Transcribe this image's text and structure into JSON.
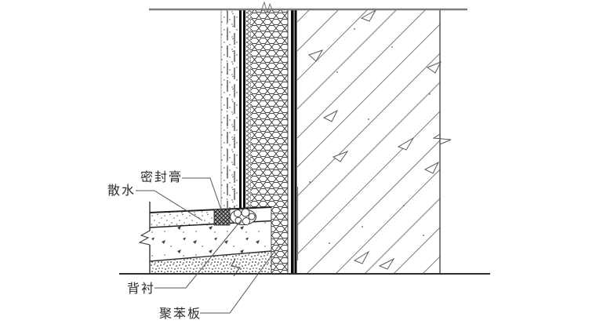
{
  "drawing": {
    "labels": {
      "sealant": "密封膏",
      "apron": "散水",
      "backing": "背衬",
      "polystyrene": "聚苯板"
    },
    "colors": {
      "background": "#ffffff",
      "line_dark": "#2e2e2e",
      "line_medium": "#555555",
      "line_light": "#7d7d7d",
      "black_band": "#0a0a0a",
      "sealant_fill": "#b8b8b8"
    },
    "symbols": {
      "break_mark": "zigzag",
      "backing_rod": "circle-cluster",
      "insulation_hatch": "honeycomb",
      "concrete_hatch": "diagonal-lines-with-triangles"
    }
  }
}
